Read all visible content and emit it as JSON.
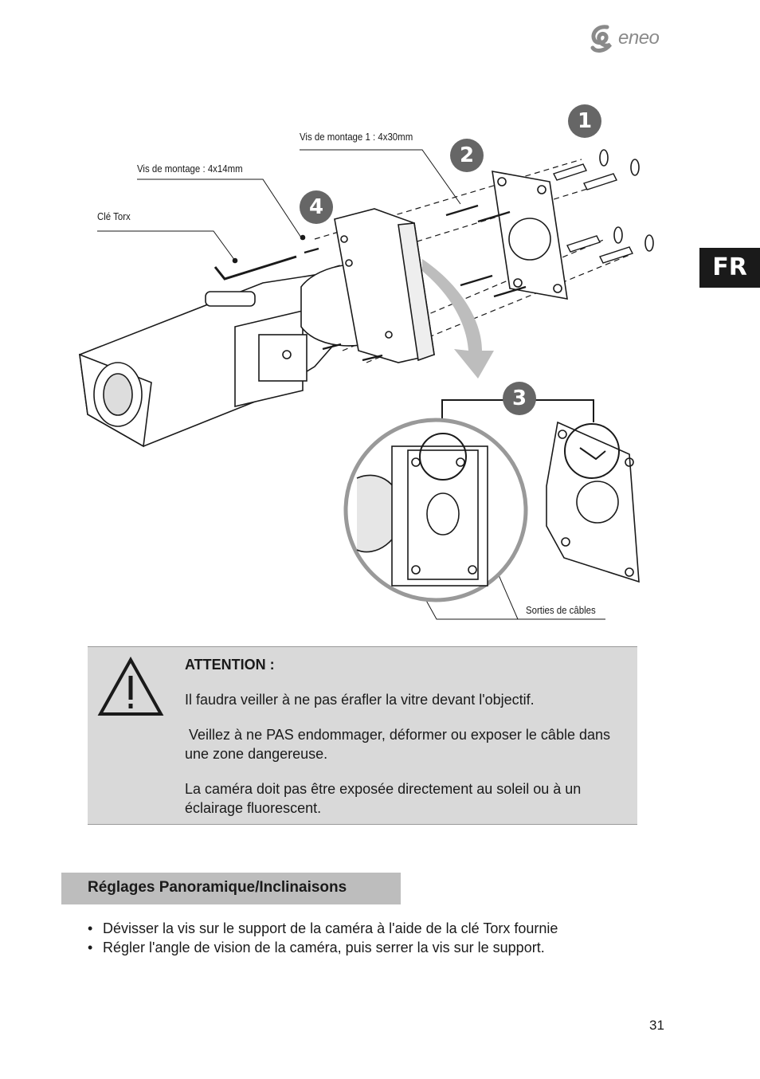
{
  "header": {
    "brand": "eneo"
  },
  "side_tab": {
    "label": "FR"
  },
  "diagram": {
    "callouts": {
      "screw_30": "Vis de montage 1 : 4x30mm",
      "screw_14": "Vis de montage : 4x14mm",
      "torx_key": "Clé Torx",
      "cable_outputs": "Sorties de câbles"
    },
    "steps": [
      "1",
      "2",
      "3",
      "4"
    ]
  },
  "warning": {
    "title": "ATTENTION :",
    "paragraphs": [
      "Il faudra veiller à ne pas érafler la vitre devant l'objectif.",
      " Veillez à ne PAS endommager, déformer ou exposer le câble dans une zone dangereuse.",
      "La caméra doit pas être exposée directement au soleil ou à un éclairage fluorescent."
    ]
  },
  "section": {
    "title": "Réglages Panoramique/Inclinaisons",
    "bullets": [
      "Dévisser la vis sur le support de la caméra à l'aide de la clé Torx fournie",
      "Régler l'angle de vision de la caméra, puis serrer la vis sur le support."
    ]
  },
  "footer": {
    "page_number": "31"
  },
  "colors": {
    "badge": "#666666",
    "warning_bg": "#d9d9d9",
    "section_bg": "#bdbdbd",
    "tab_bg": "#1a1a1a"
  }
}
